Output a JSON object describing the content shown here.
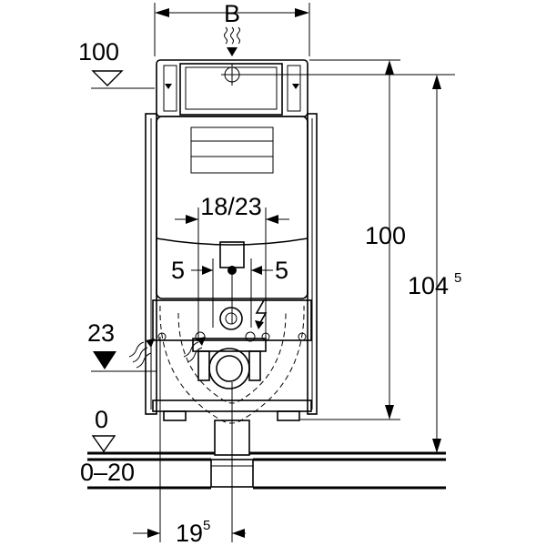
{
  "labels": {
    "width": "B",
    "top_level": "100",
    "reference_level": "0",
    "floor_range": "0–20",
    "supply_height": "23",
    "pipe_spacing": "18/23",
    "offset_left": "5",
    "offset_right": "5",
    "height_inner": "100",
    "height_total_main": "104",
    "height_total_sup": "5",
    "bottom_offset_main": "19",
    "bottom_offset_sup": "5"
  },
  "icons": [
    "water-supply-icon",
    "electric-icon",
    "level-marker-icon"
  ]
}
